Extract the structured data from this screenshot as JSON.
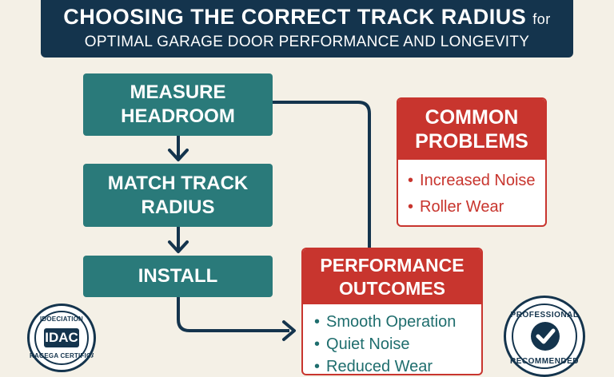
{
  "title": {
    "line1_main": "CHOOSING THE CORRECT TRACK RADIUS",
    "line1_small": "for",
    "line2": "OPTIMAL GARAGE DOOR PERFORMANCE AND LONGEVITY"
  },
  "steps": [
    {
      "label": "MEASURE\nHEADROOM"
    },
    {
      "label": "MATCH TRACK\nRADIUS"
    },
    {
      "label": "INSTALL"
    }
  ],
  "problems": {
    "title": "COMMON\nPROBLEMS",
    "items": [
      "Increased Noise",
      "Roller Wear"
    ]
  },
  "outcomes": {
    "title": "PERFORMANCE\nOUTCOMES",
    "items": [
      "Smooth Operation",
      "Quiet Noise",
      "Reduced Wear"
    ]
  },
  "badges": {
    "left": {
      "top": "IDOECIATION",
      "mid": "IDAC",
      "bottom": "RAGEGA CERTIFICATED"
    },
    "right": {
      "top": "PROFESSIONAL",
      "bottom": "RECOMMENDED"
    }
  },
  "bullet": "•",
  "colors": {
    "navy": "#14344d",
    "teal": "#2a7a7a",
    "red": "#c8352e",
    "background": "#f4f0e6"
  }
}
